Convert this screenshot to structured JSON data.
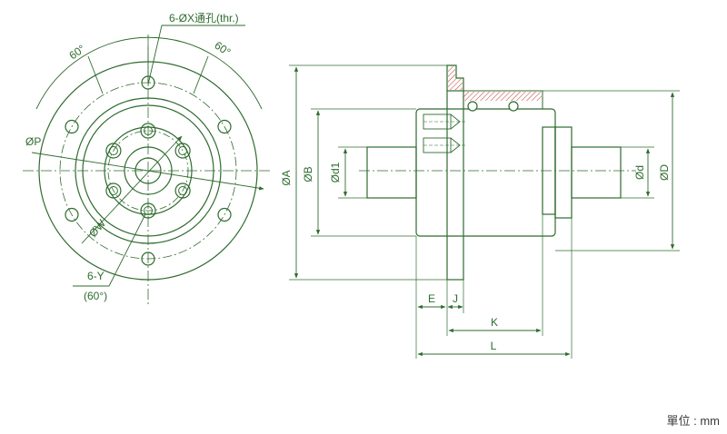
{
  "front_view": {
    "hole_callout": "6-ØX通孔(thr.)",
    "angle_left": "60°",
    "angle_right": "60°",
    "pcd_label": "ØP",
    "inner_pcd_label": "ØW",
    "tap_callout": "6-Y",
    "tap_angle": "(60°)"
  },
  "side_view": {
    "dia_A": "ØA",
    "dia_B": "ØB",
    "dia_d1": "Ød1",
    "dia_d": "Ød",
    "dia_D": "ØD",
    "dim_E": "E",
    "dim_J": "J",
    "dim_K": "K",
    "dim_L": "L"
  },
  "unit_label": "單位 : mm",
  "colors": {
    "line": "#2f6b2f",
    "hatch": "#c0392b",
    "background": "#ffffff"
  }
}
